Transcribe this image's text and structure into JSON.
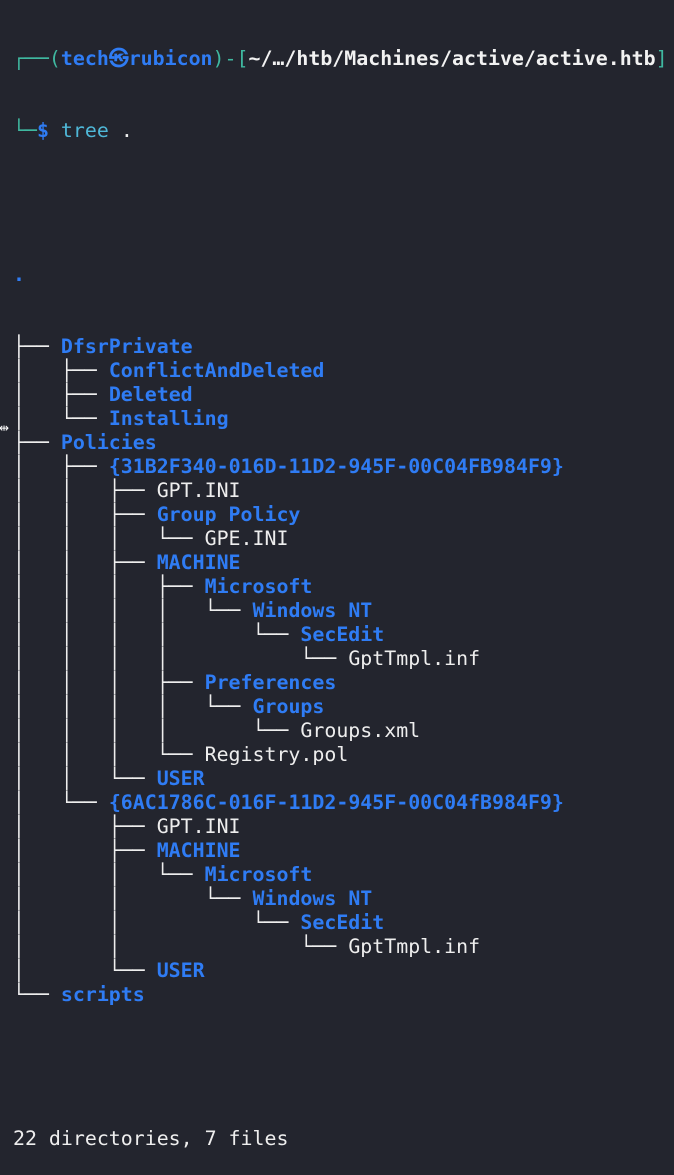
{
  "prompt": {
    "line1_open": "┌──(",
    "user": "tech",
    "at_symbol": "㉿",
    "host": "rubicon",
    "mid": ")-[",
    "path": "~/…/htb/Machines/active/active.htb",
    "close": "]",
    "line2_corner": "└─",
    "dollar": "$",
    "command": "tree",
    "argument": "."
  },
  "root": ".",
  "tree": [
    {
      "prefix": "├── ",
      "name": "DfsrPrivate",
      "kind": "dir"
    },
    {
      "prefix": "│   ├── ",
      "name": "ConflictAndDeleted",
      "kind": "dir"
    },
    {
      "prefix": "│   ├── ",
      "name": "Deleted",
      "kind": "dir"
    },
    {
      "prefix": "│   └── ",
      "name": "Installing",
      "kind": "dir"
    },
    {
      "prefix": "├── ",
      "name": "Policies",
      "kind": "dir"
    },
    {
      "prefix": "│   ├── ",
      "name": "{31B2F340-016D-11D2-945F-00C04FB984F9}",
      "kind": "dir"
    },
    {
      "prefix": "│   │   ├── ",
      "name": "GPT.INI",
      "kind": "file"
    },
    {
      "prefix": "│   │   ├── ",
      "name": "Group Policy",
      "kind": "dir"
    },
    {
      "prefix": "│   │   │   └── ",
      "name": "GPE.INI",
      "kind": "file"
    },
    {
      "prefix": "│   │   ├── ",
      "name": "MACHINE",
      "kind": "dir"
    },
    {
      "prefix": "│   │   │   ├── ",
      "name": "Microsoft",
      "kind": "dir"
    },
    {
      "prefix": "│   │   │   │   └── ",
      "name": "Windows NT",
      "kind": "dir"
    },
    {
      "prefix": "│   │   │   │       └── ",
      "name": "SecEdit",
      "kind": "dir"
    },
    {
      "prefix": "│   │   │   │           └── ",
      "name": "GptTmpl.inf",
      "kind": "file"
    },
    {
      "prefix": "│   │   │   ├── ",
      "name": "Preferences",
      "kind": "dir"
    },
    {
      "prefix": "│   │   │   │   └── ",
      "name": "Groups",
      "kind": "dir"
    },
    {
      "prefix": "│   │   │   │       └── ",
      "name": "Groups.xml",
      "kind": "file"
    },
    {
      "prefix": "│   │   │   └── ",
      "name": "Registry.pol",
      "kind": "file"
    },
    {
      "prefix": "│   │   └── ",
      "name": "USER",
      "kind": "dir"
    },
    {
      "prefix": "│   └── ",
      "name": "{6AC1786C-016F-11D2-945F-00C04fB984F9}",
      "kind": "dir"
    },
    {
      "prefix": "│       ├── ",
      "name": "GPT.INI",
      "kind": "file"
    },
    {
      "prefix": "│       ├── ",
      "name": "MACHINE",
      "kind": "dir"
    },
    {
      "prefix": "│       │   └── ",
      "name": "Microsoft",
      "kind": "dir"
    },
    {
      "prefix": "│       │       └── ",
      "name": "Windows NT",
      "kind": "dir"
    },
    {
      "prefix": "│       │           └── ",
      "name": "SecEdit",
      "kind": "dir"
    },
    {
      "prefix": "│       │               └── ",
      "name": "GptTmpl.inf",
      "kind": "file"
    },
    {
      "prefix": "│       └── ",
      "name": "USER",
      "kind": "dir"
    },
    {
      "prefix": "└── ",
      "name": "scripts",
      "kind": "dir"
    }
  ],
  "summary": "22 directories, 7 files",
  "cursor_glyph": "⇹"
}
